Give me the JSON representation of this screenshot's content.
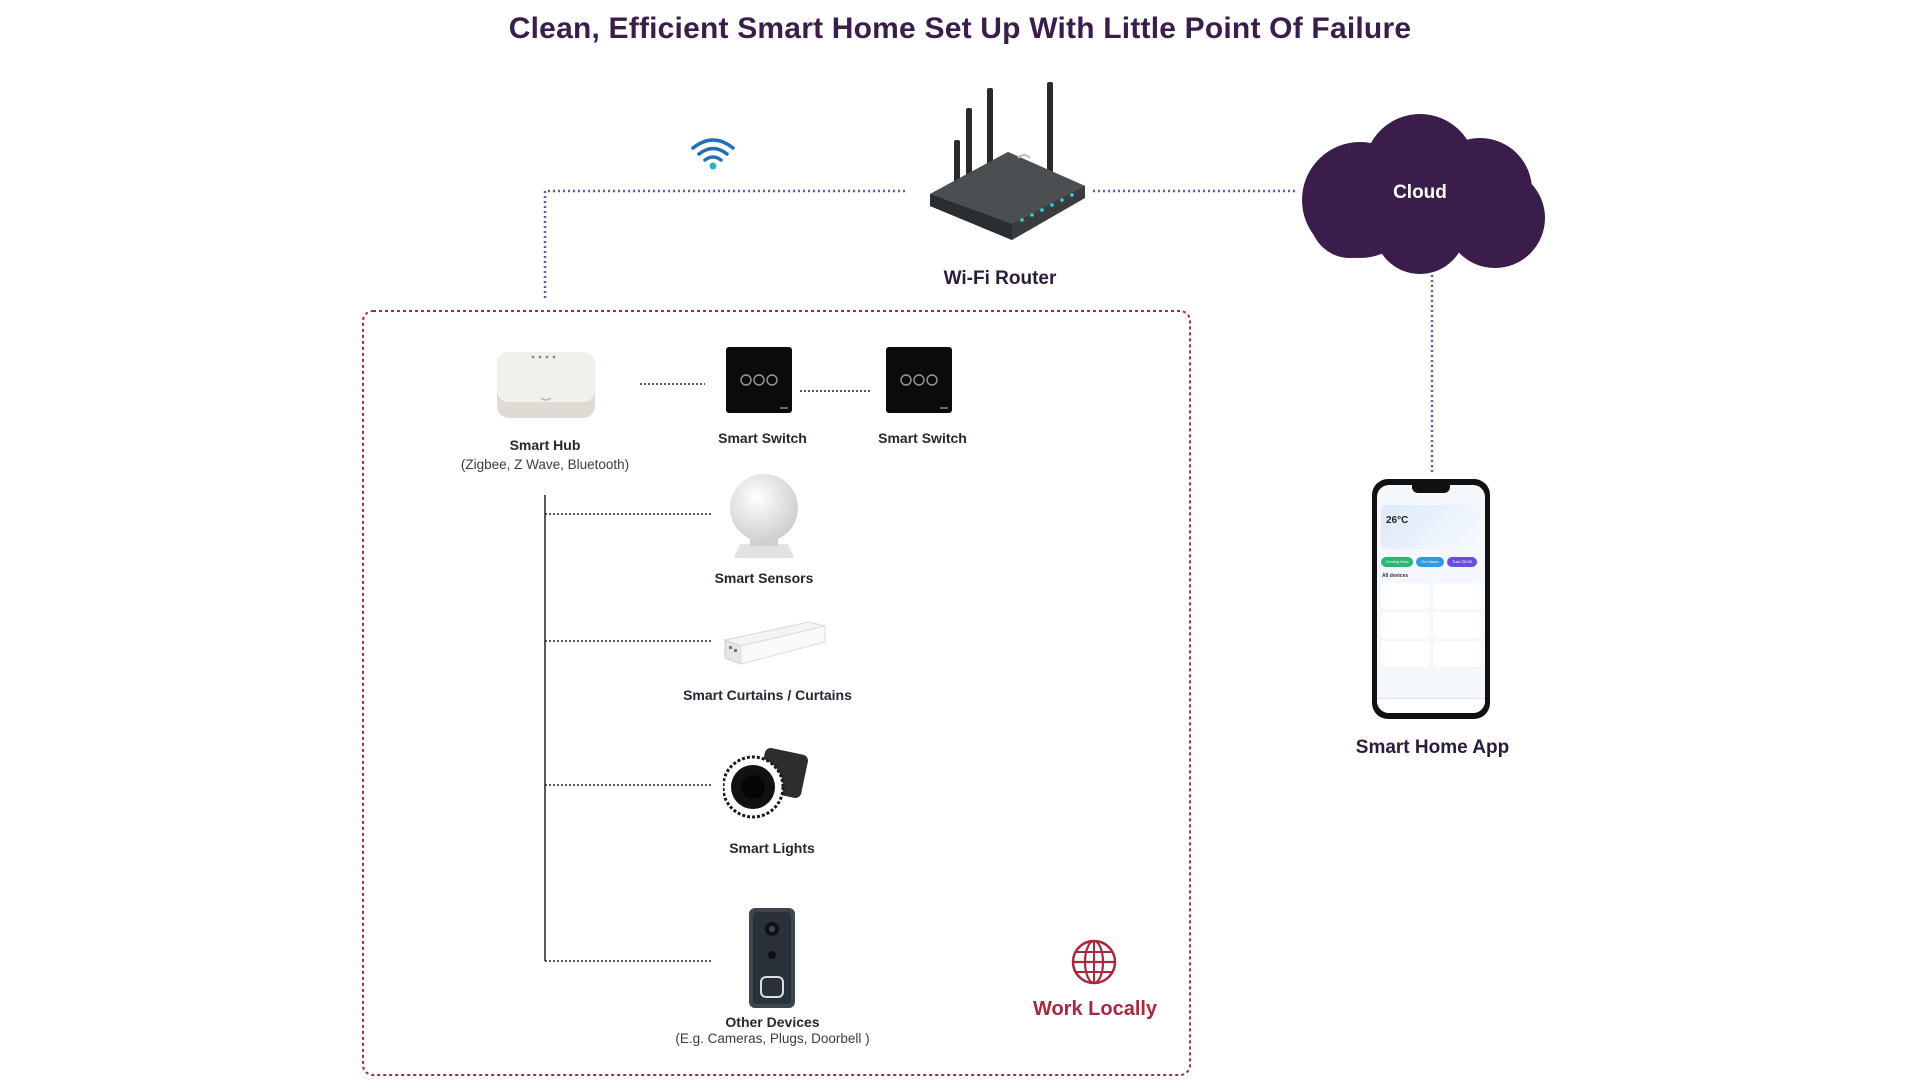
{
  "title": "Clean, Efficient Smart Home Set Up With Little Point Of Failure",
  "router": {
    "label": "Wi-Fi Router",
    "icon": "wifi-router-icon"
  },
  "wifi_signal": {
    "icon": "wifi-signal-icon"
  },
  "cloud": {
    "label": "Cloud",
    "color": "#3a1d4a"
  },
  "app": {
    "label": "Smart Home App",
    "screen": {
      "temperature": "26°C",
      "buttons": [
        "Coming Hme",
        "Go Home",
        "Turn Off All"
      ],
      "tab": "All devices"
    }
  },
  "hub": {
    "label": "Smart Hub",
    "sublabel": "(Zigbee, Z Wave, Bluetooth)"
  },
  "switches": [
    {
      "label": "Smart Switch"
    },
    {
      "label": "Smart Switch"
    }
  ],
  "devices": [
    {
      "label": "Smart Sensors",
      "icon": "motion-sensor-icon"
    },
    {
      "label": "Smart Curtains / Curtains",
      "icon": "curtain-motor-icon"
    },
    {
      "label": "Smart Lights",
      "icon": "downlight-icon"
    },
    {
      "label": "Other Devices",
      "sublabel": "(E.g. Cameras, Plugs, Doorbell )",
      "icon": "doorbell-icon"
    }
  ],
  "local_zone": {
    "label": "Work Locally",
    "icon": "globe-icon",
    "border_color": "#a8283e"
  },
  "colors": {
    "title": "#3a1d4a",
    "network_line": "#5a58b0",
    "local_line": "#222222",
    "accent": "#a8283e"
  }
}
